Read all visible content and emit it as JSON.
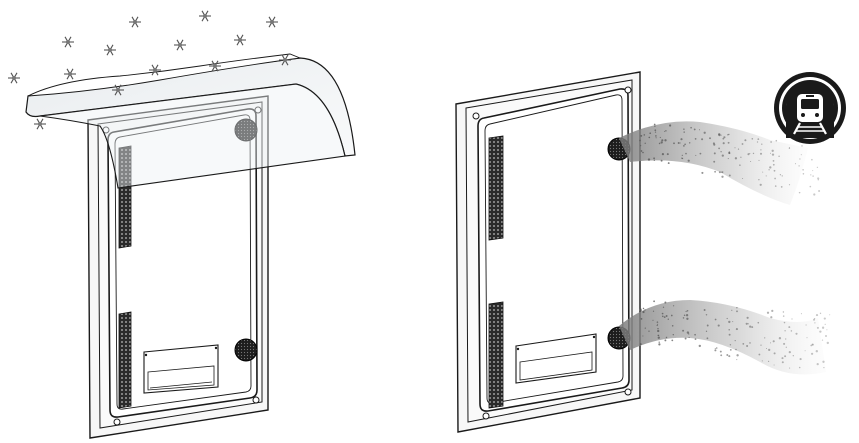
{
  "illustration": {
    "left_panel": {
      "elements": [
        "snowflake-icon",
        "canopy",
        "display-enclosure",
        "vent-grille",
        "fan-vent",
        "connector-plate"
      ]
    },
    "right_panel": {
      "elements": [
        "display-enclosure",
        "vent-grille",
        "fan-vent",
        "connector-plate",
        "air-flow-stream",
        "metro-train-icon"
      ]
    },
    "colors": {
      "line": "#1a1a1a",
      "frame_fill": "#f7f7f7",
      "panel_fill": "#ffffff",
      "grille": "#2a2a2a",
      "canopy_fill": "#eef1f3",
      "airflow": "#8a8a8a"
    }
  }
}
